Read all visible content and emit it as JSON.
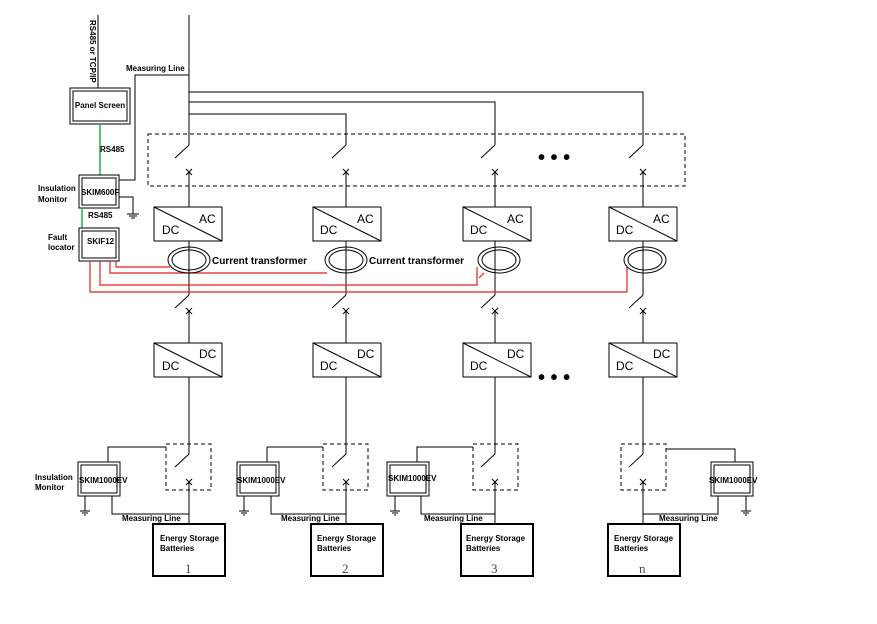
{
  "top": {
    "vertical_label": "RS485 or TCP/IP",
    "measuring_line": "Measuring Line",
    "panel_screen": "Panel Screen",
    "rs485_a": "RS485",
    "rs485_b": "RS485",
    "insulation_monitor_label": "Insulation Monitor",
    "skim600f": "SKIM600F",
    "fault_locator_label": "Fault locator",
    "skif12": "SKIF12"
  },
  "converters": {
    "dc": "DC",
    "ac": "AC"
  },
  "current_transformer_labels": [
    "Current transformer",
    "Current transformer"
  ],
  "ellipsis": "• • •",
  "branches": [
    {
      "id": "1",
      "im_label": "Insulation Monitor",
      "device": "SKIM1000EV",
      "measuring_line": "Measuring Line",
      "battery_line1": "Energy Storage",
      "battery_line2": "Batteries",
      "number": "1"
    },
    {
      "id": "2",
      "im_label": "",
      "device": "SKIM1000EV",
      "measuring_line": "Measuring Line",
      "battery_line1": "Energy Storage",
      "battery_line2": "Batteries",
      "number": "2"
    },
    {
      "id": "3",
      "im_label": "",
      "device": "SKIM1000EV",
      "measuring_line": "Measuring Line",
      "battery_line1": "Energy Storage",
      "battery_line2": "Batteries",
      "number": "3"
    },
    {
      "id": "n",
      "im_label": "",
      "device": "SKIM1000EV",
      "measuring_line": "Measuring Line",
      "battery_line1": "Energy Storage",
      "battery_line2": "Batteries",
      "number": "n"
    }
  ]
}
